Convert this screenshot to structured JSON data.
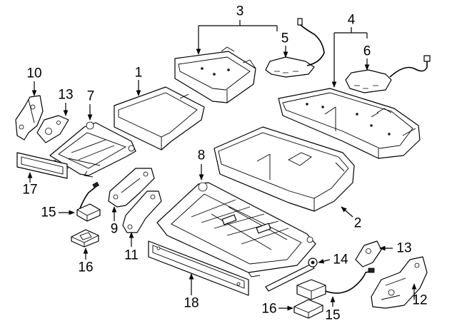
{
  "callouts": {
    "c1": "1",
    "c2": "2",
    "c3": "3",
    "c4": "4",
    "c5": "5",
    "c6": "6",
    "c7": "7",
    "c8": "8",
    "c9": "9",
    "c10": "10",
    "c11": "11",
    "c12": "12",
    "c13a": "13",
    "c13b": "13",
    "c14": "14",
    "c15a": "15",
    "c15b": "15",
    "c16a": "16",
    "c16b": "16",
    "c17": "17",
    "c18": "18"
  },
  "colors": {
    "line": "#000000",
    "background": "#ffffff"
  }
}
